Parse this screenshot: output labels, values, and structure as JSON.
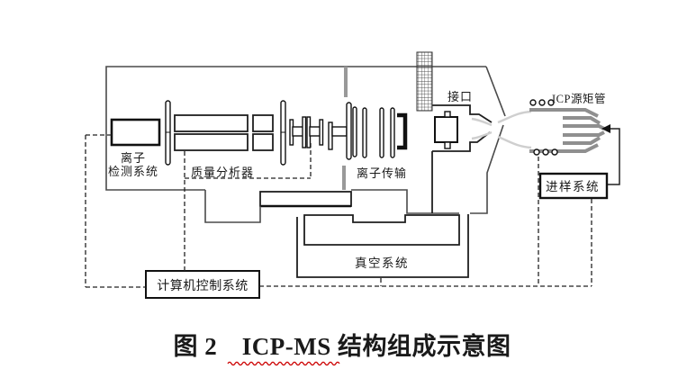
{
  "diagram": {
    "labels": {
      "ion_detection_line1": "离子",
      "ion_detection_line2": "检测系统",
      "mass_analyzer": "质量分析器",
      "ion_transmission": "离子传输",
      "interface": "接口",
      "icp_torch": "ICP源矩管",
      "sample_introduction": "进样系统",
      "vacuum_system": "真空系统",
      "computer_control": "计算机控制系统"
    },
    "caption": "图 2　ICP-MS 结构组成示意图",
    "colors": {
      "outline": "#4a4a4a",
      "component": "#111111",
      "partition_gray": "#999999",
      "torch_gray": "#8f8f8f",
      "plume_gray": "#cfcfcf",
      "underline_red": "#cc0000",
      "background": "#ffffff"
    }
  }
}
